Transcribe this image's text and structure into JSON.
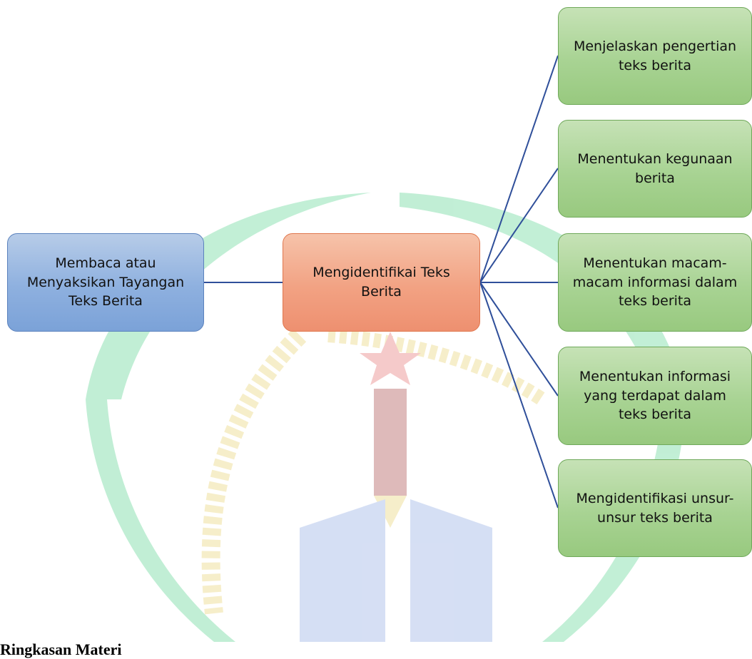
{
  "diagram": {
    "source": {
      "label": "Membaca atau\nMenyaksikan Tayangan\nTeks Berita"
    },
    "center": {
      "label": "Mengidentifikai Teks\nBerita"
    },
    "targets": [
      {
        "label": "Menjelaskan pengertian\nteks berita"
      },
      {
        "label": "Menentukan kegunaan\nberita"
      },
      {
        "label": "Menentukan macam-\nmacam informasi dalam\nteks berita"
      },
      {
        "label": "Menentukan informasi\nyang terdapat dalam\nteks berita"
      },
      {
        "label": "Mengidentifikasi unsur-\nunsur teks berita"
      }
    ],
    "colors": {
      "source_fill": "#8eb0df",
      "center_fill": "#f2a283",
      "target_fill": "#a8d393",
      "connector": "#2f4f9a"
    }
  },
  "section_heading": "Ringkasan Materi",
  "watermark": {
    "icon": "university-logo-watermark",
    "colors": {
      "arc": "#4fd08a",
      "wheat": "#e8cf6a",
      "book": "#8aa4e0",
      "star": "#e46a6a"
    }
  }
}
